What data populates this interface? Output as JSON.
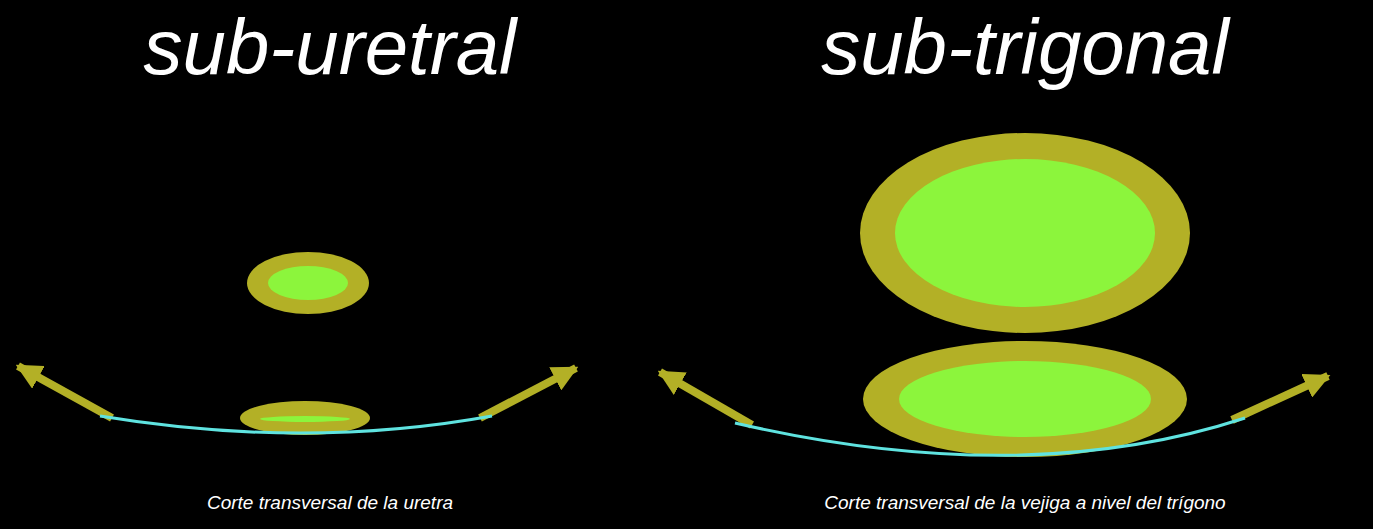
{
  "diagram": {
    "labels": [
      "sub-uretral",
      "sub-trigonal",
      "Corte transversal de la uretra",
      "Corte transversal de la vejiga a nivel del trígono"
    ]
  }
}
